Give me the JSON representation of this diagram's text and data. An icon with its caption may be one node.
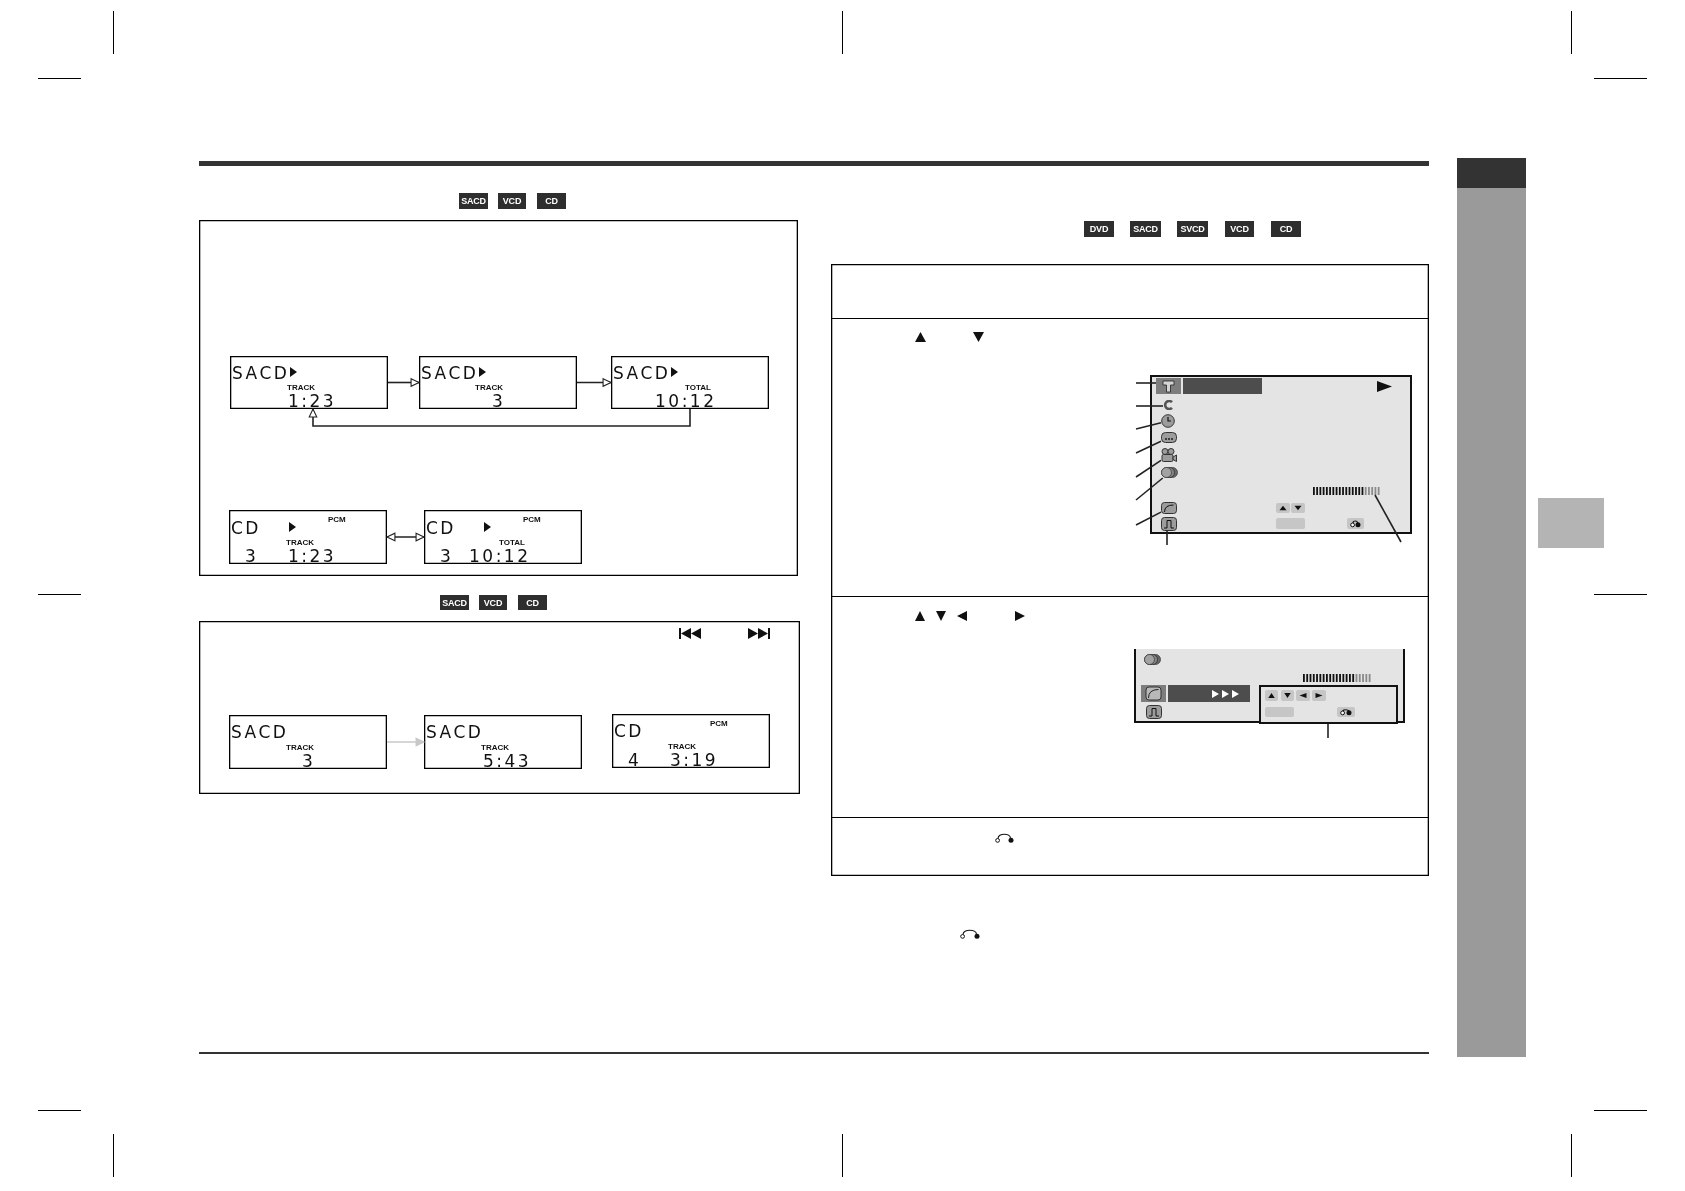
{
  "diagram": {
    "nodes": [
      {
        "text": [
          "SACD"
        ]
      },
      {
        "text": [
          "VCD"
        ]
      },
      {
        "text": [
          "CD"
        ]
      },
      {
        "text": [],
        "shape": "box"
      },
      {
        "text": [
          "SACD",
          "TRACK",
          "1:23"
        ],
        "in": 3
      },
      {
        "text": [
          "SACD",
          "TRACK",
          "3"
        ],
        "in": 3
      },
      {
        "text": [
          "SACD",
          "TOTAL",
          "10:12"
        ],
        "in": 3
      },
      {
        "text": [
          "CD",
          "PCM",
          "TRACK",
          "3",
          "1:23"
        ],
        "in": 3
      },
      {
        "text": [
          "CD",
          "PCM",
          "TOTAL",
          "3",
          "10:12"
        ],
        "in": 3
      },
      {
        "text": [
          "SACD"
        ]
      },
      {
        "text": [
          "VCD"
        ]
      },
      {
        "text": [
          "CD"
        ]
      },
      {
        "text": [],
        "shape": "box"
      },
      {
        "text": [
          "SACD",
          "TRACK",
          "3"
        ],
        "in": 12
      },
      {
        "text": [
          "SACD",
          "TRACK",
          "5:43"
        ],
        "in": 12
      },
      {
        "text": [
          "CD",
          "PCM",
          "TRACK",
          "4",
          "3:19"
        ],
        "in": 12
      },
      {
        "text": [
          "DVD"
        ]
      },
      {
        "text": [
          "SACD"
        ]
      },
      {
        "text": [
          "SVCD"
        ]
      },
      {
        "text": [
          "VCD"
        ]
      },
      {
        "text": [
          "CD"
        ]
      },
      {
        "text": [],
        "shape": "box"
      },
      {
        "text": [],
        "shape": "box",
        "in": 21
      },
      {
        "text": [],
        "shape": "picture",
        "in": 22
      },
      {
        "text": [],
        "shape": "picture",
        "in": 22
      },
      {
        "text": [],
        "shape": "picture",
        "in": 22
      },
      {
        "text": [],
        "shape": "picture",
        "in": 22
      },
      {
        "text": [],
        "shape": "picture",
        "in": 22
      },
      {
        "text": [],
        "shape": "picture",
        "in": 22
      },
      {
        "text": [],
        "shape": "picture",
        "in": 22
      },
      {
        "text": [],
        "shape": "picture",
        "in": 22
      },
      {
        "text": [],
        "shape": "bar",
        "in": 22
      },
      {
        "text": [],
        "shape": "box",
        "in": 21
      },
      {
        "text": [],
        "shape": "box",
        "in": 32
      }
    ],
    "edges": [
      {
        "from": 4,
        "to": 5,
        "arrow": "to"
      },
      {
        "from": 5,
        "to": 6,
        "arrow": "to"
      },
      {
        "from": 6,
        "to": 4,
        "arrow": "to"
      },
      {
        "from": 7,
        "to": 8,
        "arrow": "both"
      },
      {
        "from": 13,
        "to": 14,
        "arrow": "to",
        "color": "#c8c8c8"
      },
      {
        "from": null,
        "to": 23,
        "arrow": "none"
      },
      {
        "from": null,
        "to": 24,
        "arrow": "none"
      },
      {
        "from": null,
        "to": 25,
        "arrow": "none"
      },
      {
        "from": null,
        "to": 26,
        "arrow": "none"
      },
      {
        "from": null,
        "to": 27,
        "arrow": "none"
      },
      {
        "from": null,
        "to": 28,
        "arrow": "none"
      },
      {
        "from": null,
        "to": 29,
        "arrow": "none"
      },
      {
        "from": null,
        "to": 30,
        "arrow": "none"
      },
      {
        "from": null,
        "to": 31,
        "arrow": "none"
      },
      {
        "from": null,
        "to": 33,
        "arrow": "none"
      }
    ]
  }
}
